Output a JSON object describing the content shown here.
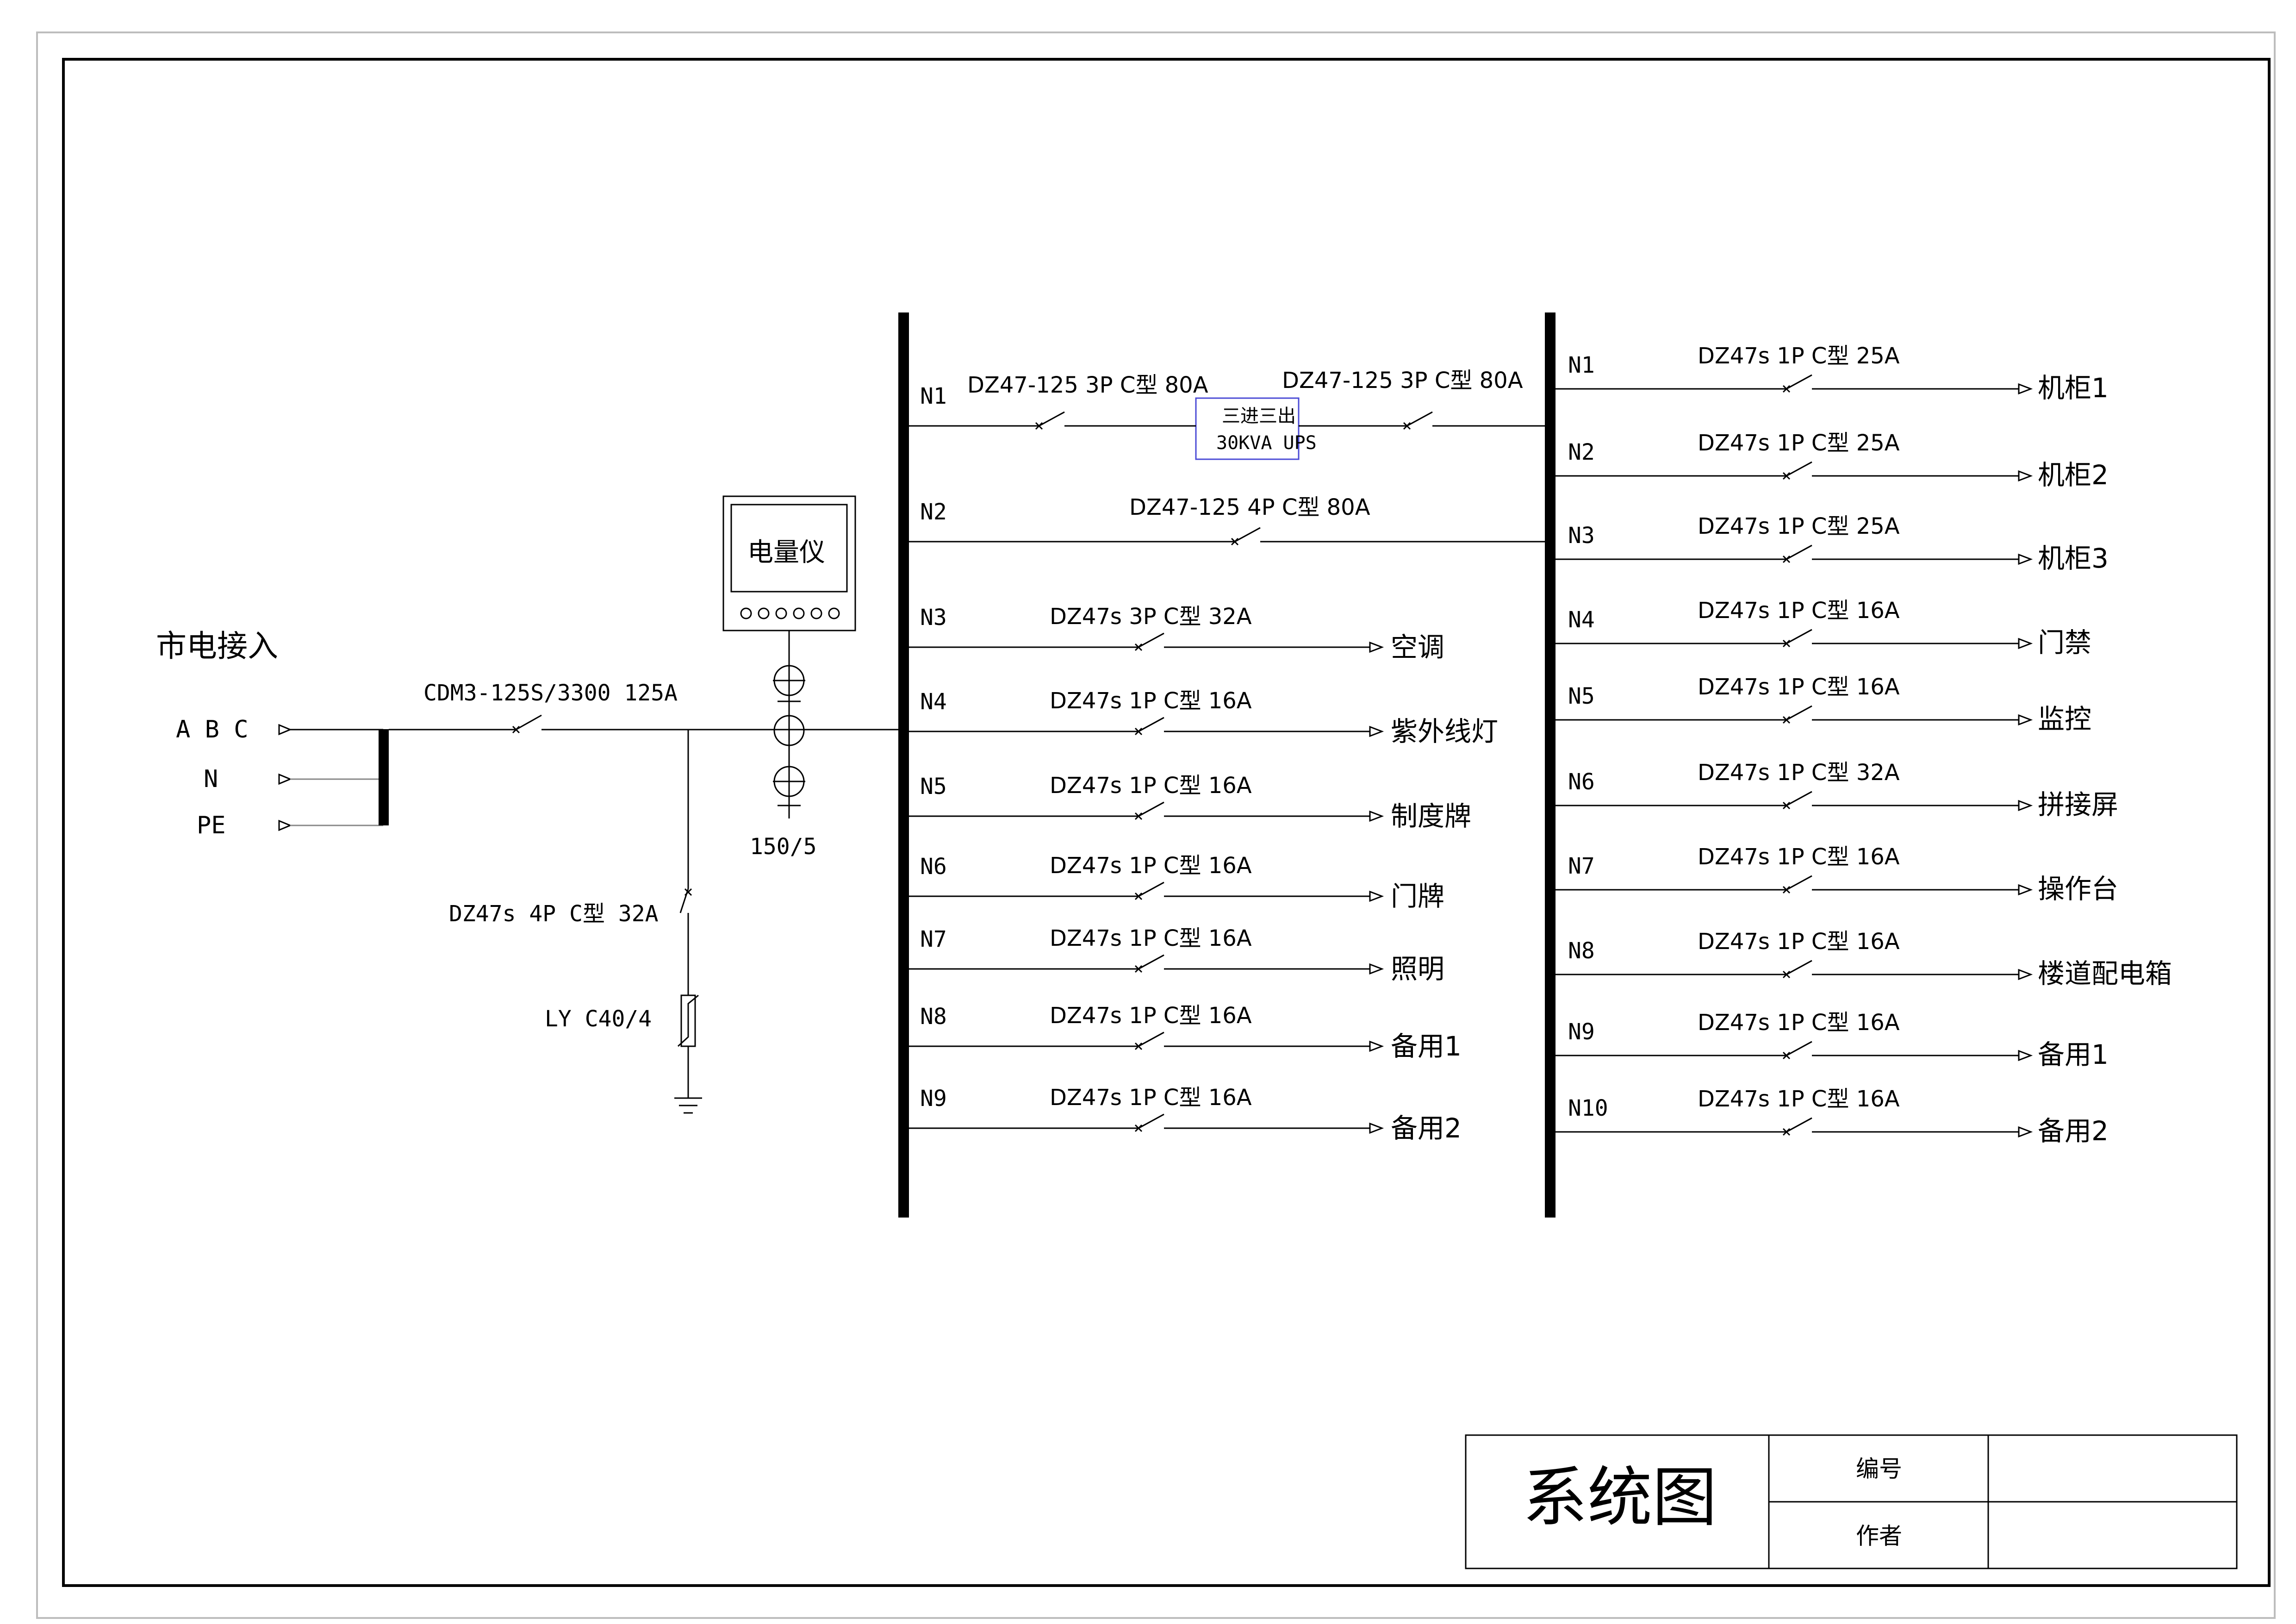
{
  "source": {
    "label": "市电接入",
    "phases": [
      "A B C",
      "N",
      "PE"
    ],
    "main_breaker": "CDM3-125S/3300 125A",
    "ct_ratio": "150/5",
    "meter_label": "电量仪",
    "spd_breaker": "DZ47s 4P C型 32A",
    "spd_model": "LY C40/4"
  },
  "ups": {
    "line1": "三进三出",
    "line2": "30KVA UPS"
  },
  "bus1_circuits": [
    {
      "id": "N1",
      "breaker": "DZ47-125 3P C型 80A",
      "breaker2": "DZ47-125 3P C型 80A",
      "load": ""
    },
    {
      "id": "N2",
      "breaker": "DZ47-125 4P C型 80A",
      "load": ""
    },
    {
      "id": "N3",
      "breaker": "DZ47s 3P C型 32A",
      "load": "空调"
    },
    {
      "id": "N4",
      "breaker": "DZ47s 1P C型 16A",
      "load": "紫外线灯"
    },
    {
      "id": "N5",
      "breaker": "DZ47s 1P C型 16A",
      "load": "制度牌"
    },
    {
      "id": "N6",
      "breaker": "DZ47s 1P C型 16A",
      "load": "门牌"
    },
    {
      "id": "N7",
      "breaker": "DZ47s 1P C型 16A",
      "load": "照明"
    },
    {
      "id": "N8",
      "breaker": "DZ47s 1P C型 16A",
      "load": "备用1"
    },
    {
      "id": "N9",
      "breaker": "DZ47s 1P C型 16A",
      "load": "备用2"
    }
  ],
  "bus2_circuits": [
    {
      "id": "N1",
      "breaker": "DZ47s 1P C型 25A",
      "load": "机柜1"
    },
    {
      "id": "N2",
      "breaker": "DZ47s 1P C型 25A",
      "load": "机柜2"
    },
    {
      "id": "N3",
      "breaker": "DZ47s 1P C型 25A",
      "load": "机柜3"
    },
    {
      "id": "N4",
      "breaker": "DZ47s 1P C型 16A",
      "load": "门禁"
    },
    {
      "id": "N5",
      "breaker": "DZ47s 1P C型 16A",
      "load": "监控"
    },
    {
      "id": "N6",
      "breaker": "DZ47s 1P C型 32A",
      "load": "拼接屏"
    },
    {
      "id": "N7",
      "breaker": "DZ47s 1P C型 16A",
      "load": "操作台"
    },
    {
      "id": "N8",
      "breaker": "DZ47s 1P C型 16A",
      "load": "楼道配电箱"
    },
    {
      "id": "N9",
      "breaker": "DZ47s 1P C型 16A",
      "load": "备用1"
    },
    {
      "id": "N10",
      "breaker": "DZ47s 1P C型 16A",
      "load": "备用2"
    }
  ],
  "title_block": {
    "title": "系统图",
    "number_label": "编号",
    "author_label": "作者"
  }
}
